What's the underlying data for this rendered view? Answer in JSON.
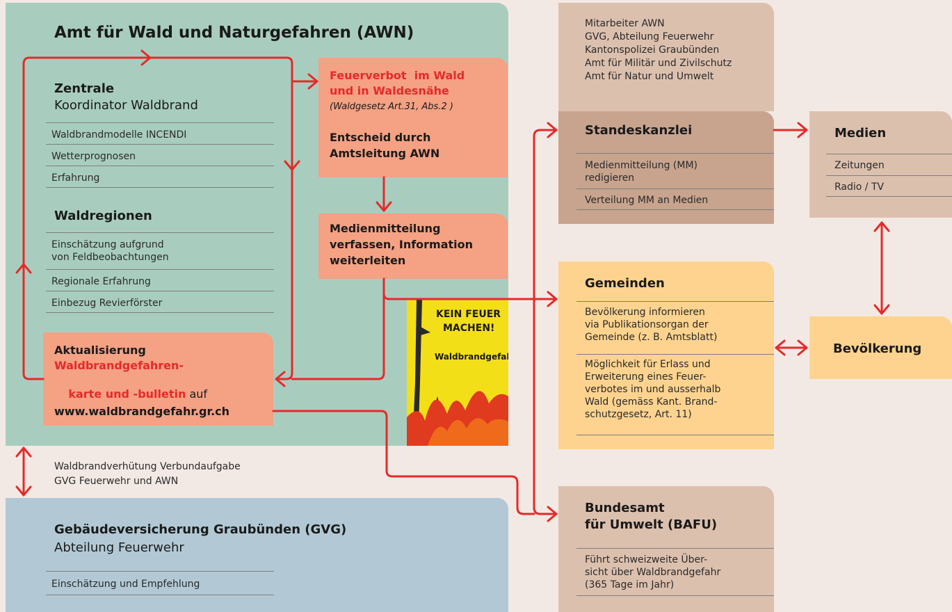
{
  "colors": {
    "background": "#f3e9e4",
    "awn": "#a8cdbf",
    "orange": "#f4a184",
    "gvg": "#b2c9d5",
    "staff": "#dcc0ae",
    "standeskanzlei": "#c8a48e",
    "medien": "#dcc0ae",
    "gemeinden": "#fdd38f",
    "bevoelkerung": "#fdd38f",
    "bafu": "#dcc0ae",
    "arrow": "#e52a2a"
  },
  "awn": {
    "title": "Amt für Wald und Naturgefahren (AWN)",
    "zentrale": {
      "title": "Zentrale",
      "subtitle": "Koordinator Waldbrand",
      "items": [
        "Waldbrandmodelle INCENDI",
        "Wetterprognosen",
        "Erfahrung"
      ]
    },
    "waldregionen": {
      "title": "Waldregionen",
      "items": [
        "Einschätzung aufgrund\nvon Feldbeobachtungen",
        "Regionale Erfahrung",
        "Einbezug Revierförster"
      ]
    }
  },
  "feuerverbot": {
    "title_line1": "Feuerverbot  im Wald",
    "title_line2": "und in Waldesnähe",
    "law": "(Waldgesetz Art.31, Abs.2 )",
    "decision_line1": "Entscheid durch",
    "decision_line2": "Amtsleitung AWN"
  },
  "medienmitteilung": {
    "line1": "Medienmitteilung",
    "line2": "verfassen, Information",
    "line3": "weiterleiten"
  },
  "aktualisierung": {
    "line1": "Aktualisierung",
    "line2": "Waldbrandgefahren-",
    "line3a": "karte und -bulletin",
    "line3b": " auf",
    "url": "www.waldbrandgefahr.gr.ch"
  },
  "poster": {
    "line1": "KEIN FEUER",
    "line2": "MACHEN!",
    "line3": "Waldbrandgefahr"
  },
  "verbund": {
    "line1": "Waldbrandverhütung Verbundaufgabe",
    "line2": "GVG Feuerwehr und AWN"
  },
  "gvg": {
    "title": "Gebäudeversicherung Graubünden (GVG)",
    "subtitle": "Abteilung Feuerwehr",
    "item": "Einschätzung und Empfehlung"
  },
  "staff": {
    "lines": [
      "Mitarbeiter AWN",
      "GVG, Abteilung Feuerwehr",
      "Kantonspolizei Graubünden",
      "Amt für Militär und Zivilschutz",
      "Amt für Natur und Umwelt"
    ]
  },
  "standeskanzlei": {
    "title": "Standeskanzlei",
    "items": [
      "Medienmitteilung (MM)\nredigieren",
      "Verteilung MM an Medien"
    ]
  },
  "medien": {
    "title": "Medien",
    "items": [
      "Zeitungen",
      "Radio / TV"
    ]
  },
  "gemeinden": {
    "title": "Gemeinden",
    "items": [
      "Bevölkerung informieren\nvia Publikationsorgan der\nGemeinde (z. B. Amtsblatt)",
      "Möglichkeit für  Erlass und\nErweiterung eines Feuer-\nverbotes im und ausserhalb\nWald (gemäss Kant. Brand-\nschutzgesetz, Art. 11)"
    ]
  },
  "bevoelkerung": {
    "title": "Bevölkerung"
  },
  "bafu": {
    "title_line1": "Bundesamt",
    "title_line2": "für Umwelt (BAFU)",
    "item": "Führt schweizweite Über-\nsicht über Waldbrandgefahr\n(365 Tage im Jahr)"
  }
}
